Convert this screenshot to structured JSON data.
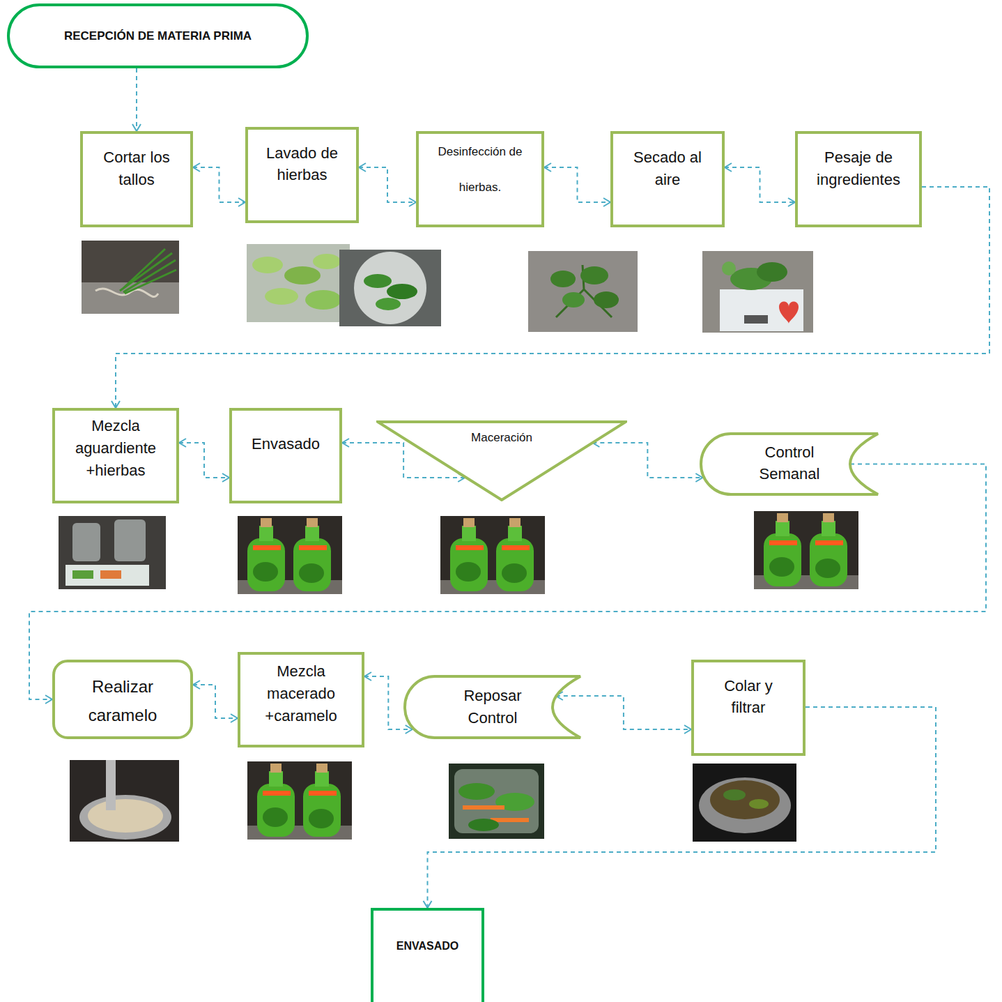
{
  "diagram": {
    "nodes": [
      {
        "text": [
          "RECEPCIÓN DE MATERIA PRIMA"
        ]
      },
      {
        "text": [
          "Cortar los tallos"
        ]
      },
      {
        "text": [
          "Lavado de hierbas"
        ]
      },
      {
        "text": [
          "Desinfección de hierbas."
        ]
      },
      {
        "text": [
          "Secado al aire"
        ]
      },
      {
        "text": [
          "Pesaje de ingredientes"
        ]
      },
      {
        "text": [
          "Mezcla aguardiente +hierbas"
        ]
      },
      {
        "text": [
          "Envasado"
        ]
      },
      {
        "text": [
          "Maceración"
        ]
      },
      {
        "text": [
          "Control Semanal"
        ]
      },
      {
        "text": [
          "Realizar caramelo"
        ]
      },
      {
        "text": [
          "Mezcla macerado +caramelo"
        ]
      },
      {
        "text": [
          "Reposar Control"
        ]
      },
      {
        "text": [
          "Colar y filtrar"
        ]
      },
      {
        "text": [
          "ENVASADO"
        ]
      }
    ],
    "edges": [
      {
        "from": 0,
        "to": 1,
        "arrow": "to"
      },
      {
        "from": 1,
        "to": 2,
        "arrow": "both"
      },
      {
        "from": 2,
        "to": 3,
        "arrow": "both"
      },
      {
        "from": 3,
        "to": 4,
        "arrow": "both"
      },
      {
        "from": 4,
        "to": 5,
        "arrow": "both"
      },
      {
        "from": 5,
        "to": 6,
        "arrow": "to"
      },
      {
        "from": 6,
        "to": 7,
        "arrow": "both"
      },
      {
        "from": 7,
        "to": 8,
        "arrow": "both"
      },
      {
        "from": 8,
        "to": 9,
        "arrow": "both"
      },
      {
        "from": 9,
        "to": 10,
        "arrow": "to"
      },
      {
        "from": 10,
        "to": 11,
        "arrow": "both"
      },
      {
        "from": 11,
        "to": 12,
        "arrow": "both"
      },
      {
        "from": 12,
        "to": 13,
        "arrow": "both"
      },
      {
        "from": 13,
        "to": 14,
        "arrow": "to"
      }
    ]
  }
}
